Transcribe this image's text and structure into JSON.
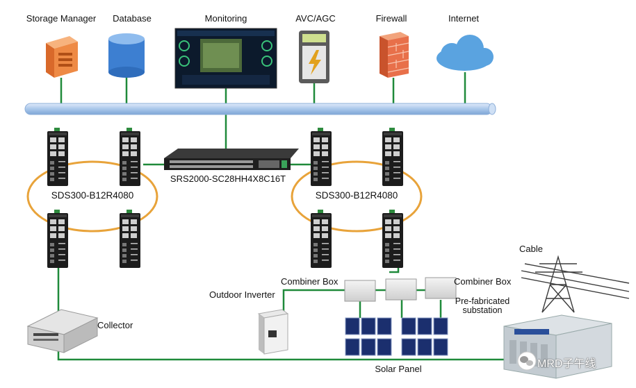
{
  "top_devices": {
    "storage_manager": "Storage Manager",
    "database": "Database",
    "monitoring": "Monitoring",
    "avc_agc": "AVC/AGC",
    "firewall": "Firewall",
    "internet": "Internet"
  },
  "core_switch_label": "SRS2000-SC28HH4X8C16T",
  "ring_left_label": "SDS300-B12R4080",
  "ring_right_label": "SDS300-B12R4080",
  "field": {
    "cable": "Cable",
    "combiner_box_left": "Combiner Box",
    "combiner_box_right": "Combiner Box",
    "outdoor_inverter": "Outdoor Inverter",
    "prefab_line1": "Pre-fabricated",
    "prefab_line2": "substation",
    "collector": "Collector",
    "solar_panel": "Solar Panel"
  },
  "watermark": "MRD子午线",
  "colors": {
    "link_green": "#1f8a3a",
    "ring_orange": "#e8a33a",
    "bus_blue": "#a9c7ea",
    "firewall_red": "#e8704a",
    "cloud_blue": "#5aa3e0",
    "panel_blue": "#1b2f6e"
  }
}
